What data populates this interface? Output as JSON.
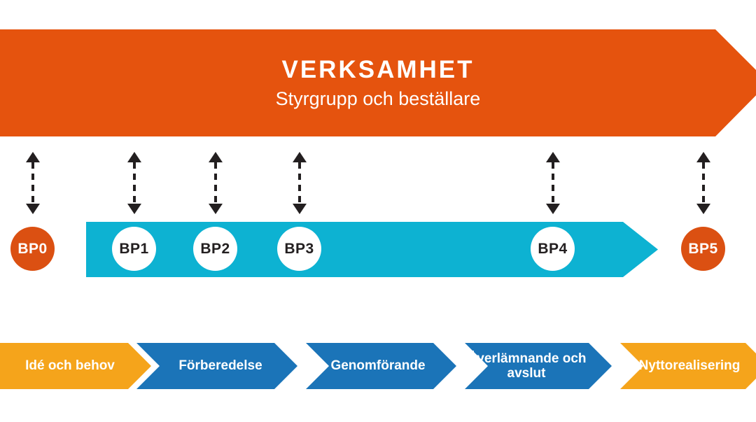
{
  "colors": {
    "orange_banner": "#E5530E",
    "orange_circle": "#DB5012",
    "teal": "#0DB2D2",
    "blue": "#1B74B8",
    "amber": "#F5A41B",
    "ink": "#231F20"
  },
  "banner": {
    "title": "VERKSAMHET",
    "subtitle": "Styrgrupp och beställare"
  },
  "decision_points": [
    {
      "label": "BP0",
      "variant": "orange"
    },
    {
      "label": "BP1",
      "variant": "white"
    },
    {
      "label": "BP2",
      "variant": "white"
    },
    {
      "label": "BP3",
      "variant": "white"
    },
    {
      "label": "BP4",
      "variant": "white"
    },
    {
      "label": "BP5",
      "variant": "orange"
    }
  ],
  "phases": [
    {
      "label": "Idé och behov",
      "color": "amber"
    },
    {
      "label": "Förberedelse",
      "color": "blue"
    },
    {
      "label": "Genomförande",
      "color": "blue"
    },
    {
      "label": "Överlämnande och avslut",
      "color": "blue"
    },
    {
      "label": "Nyttorealisering",
      "color": "amber"
    }
  ]
}
